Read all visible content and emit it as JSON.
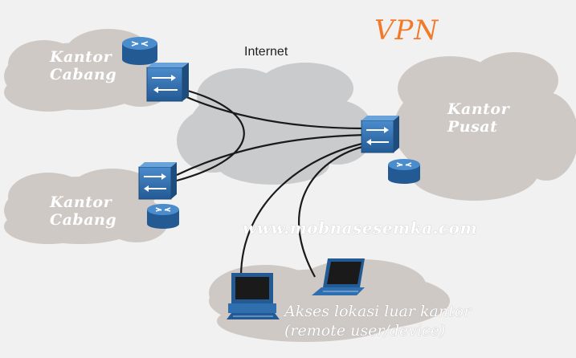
{
  "title": "VPN",
  "internet_label": "Internet",
  "branch_top": {
    "line1": "Kantor",
    "line2": "Cabang"
  },
  "branch_bottom": {
    "line1": "Kantor",
    "line2": "Cabang"
  },
  "head_office": {
    "line1": "Kantor",
    "line2": "Pusat"
  },
  "watermark": "www.mobnasesemka.com",
  "remote": {
    "line1": "Akses lokasi luar kantor",
    "line2": "(remote user/device)"
  },
  "colors": {
    "title": "#f07a2a",
    "cloud_outer": "#cfc9c6",
    "cloud_internet": "#c9cbcd",
    "device_blue": "#2f6fb0",
    "link": "#1a1a1a"
  },
  "icons": [
    "router-icon",
    "firewall-icon",
    "desktop-computer-icon",
    "laptop-icon"
  ]
}
